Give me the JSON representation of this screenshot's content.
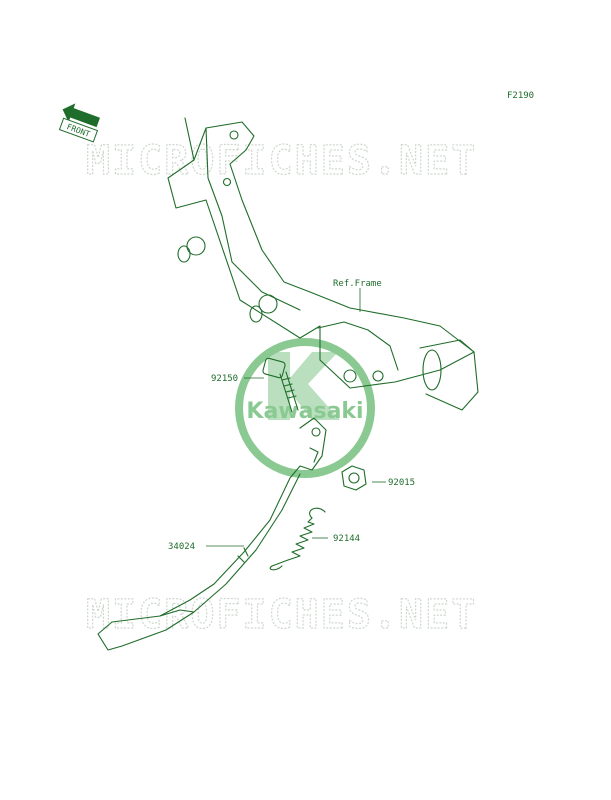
{
  "figure_code": "F2190",
  "front_badge": "FRONT",
  "watermark_text": "MICROFICHES.NET",
  "logo_text": "Kawasaki",
  "ref_label": "Ref.Frame",
  "parts": [
    {
      "number": "92150"
    },
    {
      "number": "92015"
    },
    {
      "number": "92144"
    },
    {
      "number": "34024"
    }
  ],
  "colors": {
    "line": "#1f6d2a",
    "watermark": "#cfd7cf",
    "logo": "#2e9e3a"
  }
}
